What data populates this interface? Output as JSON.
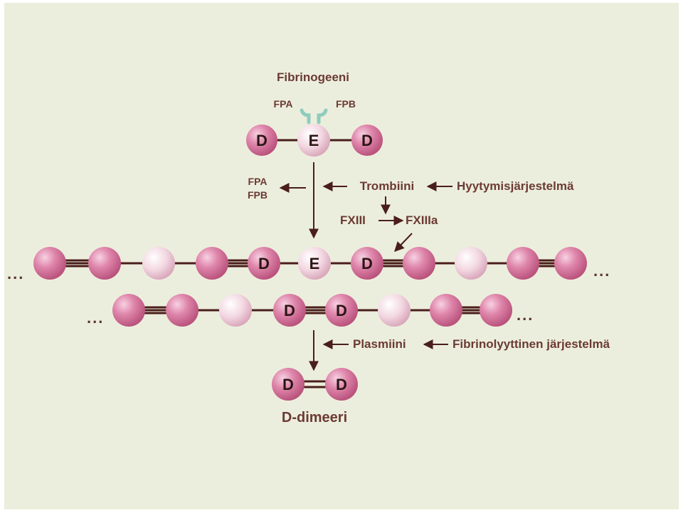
{
  "labels": {
    "fibrinogen": "Fibrinogeeni",
    "fpa_top": "FPA",
    "fpb_top": "FPB",
    "fpa_released": "FPA",
    "fpb_released": "FPB",
    "thrombin": "Trombiini",
    "coagulation_system": "Hyytymisjärjestelmä",
    "fxiii": "FXIII",
    "fxiiia": "FXIIIa",
    "plasmin": "Plasmiini",
    "fibrinolytic_system": "Fibrinolyyttinen järjestelmä",
    "d_dimer": "D-dimeeri",
    "ellipsis": "..."
  },
  "domains": {
    "d": "D",
    "e": "E"
  },
  "colors": {
    "background": "#eceedd",
    "d_domain": "#d9779e",
    "e_domain": "#f1d3dd",
    "line": "#4a1e1a",
    "text": "#6b3a34",
    "fibrinopeptide": "#9ed3c6"
  }
}
